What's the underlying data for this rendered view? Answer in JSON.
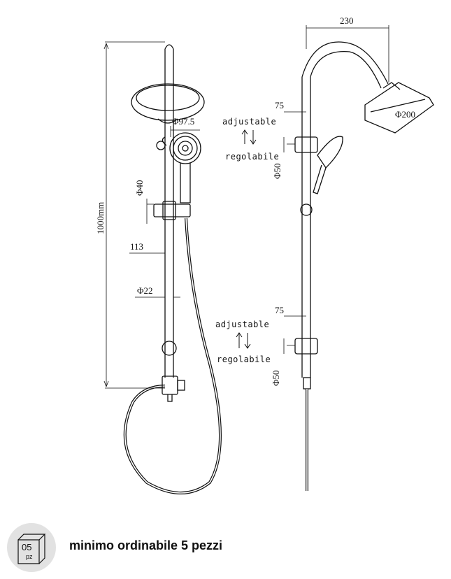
{
  "front_view": {
    "height_label": "1000mm",
    "handshower_diameter": "Φ97.5",
    "holder_diameter": "Φ40",
    "projection": "113",
    "bar_diameter": "Φ22"
  },
  "side_view": {
    "arm_reach": "230",
    "head_diameter": "Φ200",
    "upper_holder": {
      "offset": "75",
      "adjustable": "adjustable",
      "regolabile": "regolabile",
      "diameter": "Φ50"
    },
    "lower_holder": {
      "offset": "75",
      "adjustable": "adjustable",
      "regolabile": "regolabile",
      "diameter": "Φ50"
    }
  },
  "footer": {
    "quantity": "05",
    "unit": "pz",
    "minimum_order": "minimo ordinabile 5 pezzi"
  }
}
